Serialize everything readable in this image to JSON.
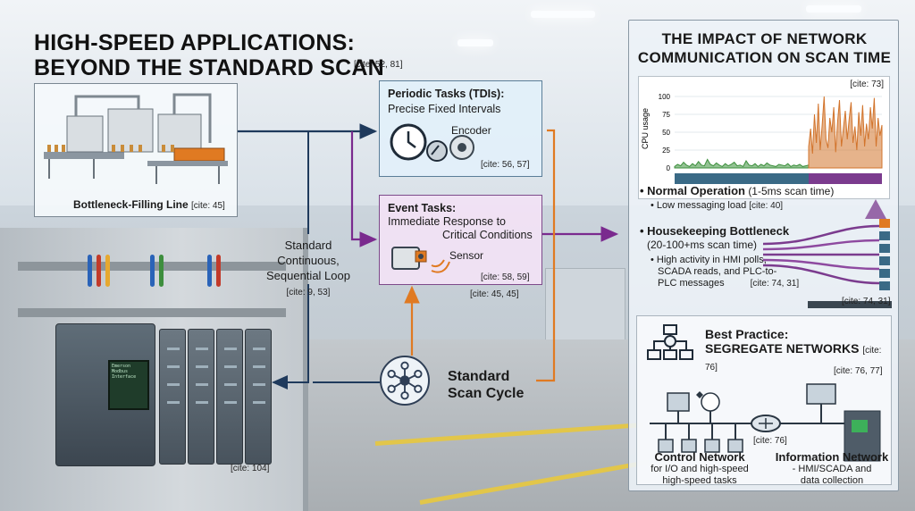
{
  "title": {
    "line1": "HIGH-SPEED APPLICATIONS:",
    "line2": "BEYOND THE STANDARD SCAN",
    "cite": "[cite: 52, 81]"
  },
  "filling_line": {
    "label": "Bottleneck-Filling Line",
    "cite": "[cite: 45]"
  },
  "loop": {
    "line1": "Standard",
    "line2": "Continuous,",
    "line3": "Sequential Loop",
    "cite": "[cite: 9, 53]"
  },
  "plc": {
    "cite": "[cite: 104]",
    "screen_text": "Emerson Modbus Interface"
  },
  "scan_cycle": {
    "line1": "Standard",
    "line2": "Scan Cycle"
  },
  "periodic": {
    "title": "Periodic Tasks (TDIs):",
    "subtitle": "Precise Fixed Intervals",
    "device": "Encoder",
    "cite": "[cite: 56, 57]"
  },
  "event": {
    "title": "Event Tasks:",
    "line1": "Immediate Response to",
    "line2": "Critical Conditions",
    "device": "Sensor",
    "cite": "[cite: 58, 59]",
    "cite_below": "[cite: 45, 45]"
  },
  "network": {
    "title1": "THE IMPACT OF NETWORK",
    "title2": "COMMUNICATION ON SCAN TIME",
    "chart_cite": "[cite: 73]",
    "normal_title": "Normal Operation",
    "normal_range": "(1-5ms scan time)",
    "normal_detail": "Low messaging load",
    "normal_cite": "[cite: 40]",
    "bottleneck_title": "Housekeeping Bottleneck",
    "bottleneck_range": "(20-100+ms scan time)",
    "bottleneck_detail1": "High activity in HMI polls,",
    "bottleneck_detail2": "SCADA reads, and PLC-to-",
    "bottleneck_detail3": "PLC messages",
    "bottleneck_cite": "[cite: 74, 31]",
    "section_cite": "[cite: 74, 31]"
  },
  "best_practice": {
    "title1": "Best Practice:",
    "title2": "SEGREGATE NETWORKS",
    "cite": "[cite: 76]",
    "cite2": "[cite: 76, 77]",
    "router_cite": "[cite: 76]",
    "control_title": "Control Network",
    "control_line1": "for I/O and high-speed",
    "control_line2": "high-speed tasks",
    "info_title": "Information Network",
    "info_line1": "- HMI/SCADA and",
    "info_line2": "data collection"
  },
  "colors": {
    "normal": "#3b8f3b",
    "bottleneck": "#d2742c",
    "timeline_blue": "#3a6a86",
    "timeline_purple": "#7b3b8e",
    "arrow_navy": "#1f3a5c",
    "arrow_orange": "#e07a22",
    "arrow_purple": "#7a2a8e"
  },
  "chart_data": {
    "type": "area",
    "ylabel": "CPU usage",
    "ylim": [
      0,
      110
    ],
    "yticks": [
      0,
      25,
      50,
      75,
      100
    ],
    "series": [
      {
        "values": [
          2,
          5,
          3,
          8,
          4,
          2,
          6,
          3,
          9,
          4,
          3,
          12,
          5,
          3,
          7,
          4,
          2,
          6,
          3,
          5,
          8,
          3,
          4,
          2,
          10,
          4,
          3,
          6,
          2,
          5,
          3,
          7,
          4,
          3,
          2,
          5,
          4,
          3,
          6,
          2,
          4,
          3,
          5,
          2,
          3,
          4
        ]
      },
      {
        "values": [
          30,
          55,
          20,
          75,
          35,
          90,
          25,
          60,
          100,
          40,
          28,
          70,
          50,
          85,
          22,
          65,
          95,
          30,
          55,
          80,
          40,
          68,
          92,
          35,
          58,
          25,
          78,
          45,
          88,
          30,
          62,
          40,
          85,
          55,
          98,
          30,
          70,
          45,
          60
        ]
      }
    ]
  }
}
